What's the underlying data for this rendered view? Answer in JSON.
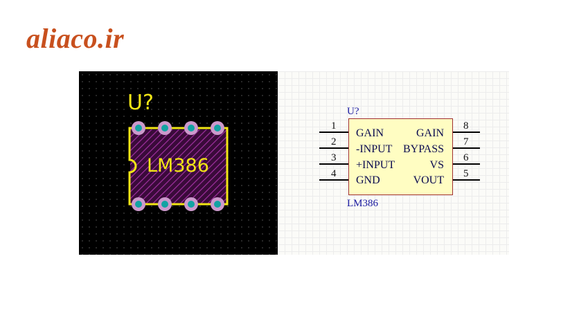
{
  "brand": {
    "text": "aliaco.ir"
  },
  "pcb": {
    "designator": "U?",
    "comment": "LM386",
    "colors": {
      "silkscreen": "#f2e615",
      "pad": "#cc99cc",
      "hole": "#12a3a3",
      "body_hatch": "#a030a0"
    }
  },
  "schematic": {
    "designator": "U?",
    "comment": "LM386",
    "pins": {
      "left": [
        {
          "num": "1",
          "name": "GAIN"
        },
        {
          "num": "2",
          "name": "-INPUT"
        },
        {
          "num": "3",
          "name": "+INPUT"
        },
        {
          "num": "4",
          "name": "GND"
        }
      ],
      "right": [
        {
          "num": "8",
          "name": "GAIN"
        },
        {
          "num": "7",
          "name": "BYPASS"
        },
        {
          "num": "6",
          "name": "VS"
        },
        {
          "num": "5",
          "name": "VOUT"
        }
      ]
    },
    "colors": {
      "body_fill": "#fffdc2",
      "body_border": "#a03030",
      "pin_text": "#0a0a50",
      "label": "#1a1aa0"
    }
  }
}
